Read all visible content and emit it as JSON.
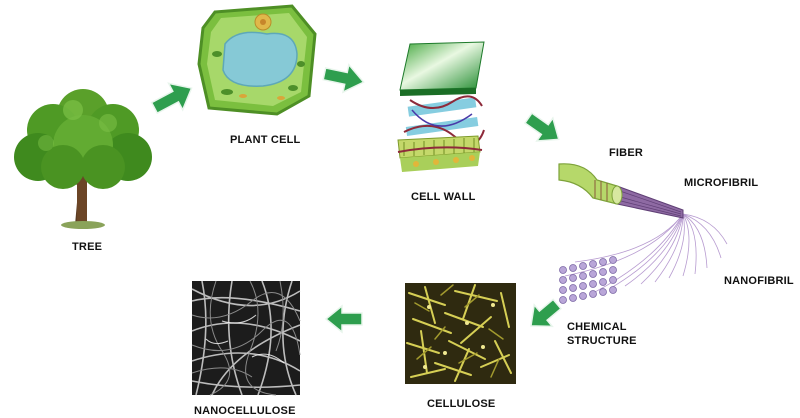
{
  "labels": {
    "tree": "TREE",
    "plant_cell": "PLANT CELL",
    "cell_wall": "CELL WALL",
    "fiber": "FIBER",
    "microfibril": "MICROFIBRIL",
    "nanofibril": "NANOFIBRIL",
    "chemical_structure_line1": "CHEMICAL",
    "chemical_structure_line2": "STRUCTURE",
    "cellulose": "CELLULOSE",
    "nanocellulose": "NANOCELLULOSE"
  },
  "colors": {
    "arrow": "#2e9e4e",
    "leaf_green": "#4f9a25",
    "cell_green": "#8bcf4a",
    "cell_water": "#86c9d6",
    "cellulose_yellow": "#c8c24a",
    "microfibril_purple": "#8e6aa3"
  },
  "icons": [
    "right-arrow-icon",
    "down-right-arrow-icon",
    "down-left-arrow-icon",
    "left-arrow-icon"
  ]
}
